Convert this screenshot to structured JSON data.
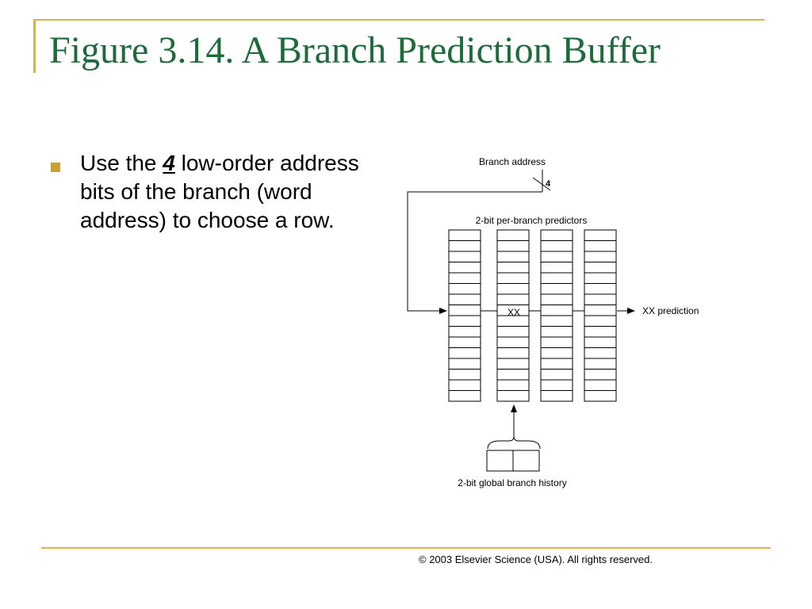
{
  "slide": {
    "title": "Figure 3.14.  A Branch Prediction Buffer",
    "bullet": {
      "before": "Use the ",
      "emphasis": "4",
      "after": " low-order address bits of the branch (word address) to choose a row."
    },
    "copyright": "© 2003 Elsevier Science (USA). All rights reserved."
  },
  "diagram": {
    "branch_address_label": "Branch address",
    "bit_width_label": "4",
    "predictors_label": "2-bit per-branch predictors",
    "selected_cell_label": "XX",
    "output_label": "XX prediction",
    "history_label": "2-bit global branch history"
  },
  "colors": {
    "title": "#1d6b3a",
    "accent_gold": "#dcb14a",
    "bullet": "#c9a22e"
  }
}
